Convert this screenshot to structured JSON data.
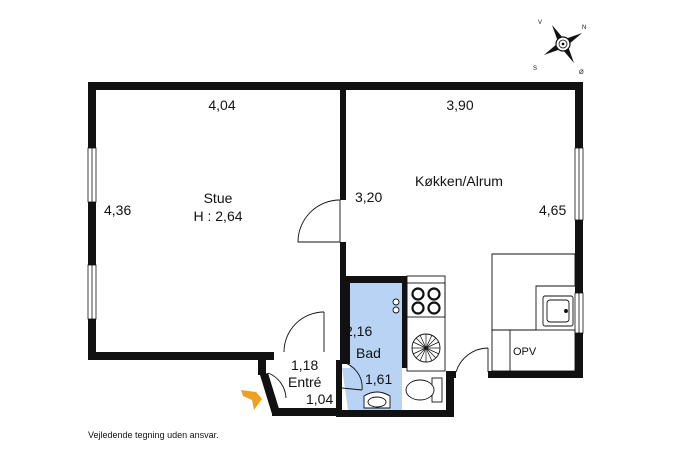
{
  "compass": {
    "v": "V",
    "n": "N",
    "s": "S",
    "o": "Ø"
  },
  "rooms": {
    "stue": {
      "name": "Stue",
      "height": "H : 2,64",
      "width": "4,04",
      "depth": "4,36"
    },
    "kokken": {
      "name": "Køkken/Alrum",
      "width": "3,90",
      "depth": "4,65",
      "inner": "3,20"
    },
    "bad": {
      "name": "Bad",
      "width": "2,16",
      "depth": "1,61"
    },
    "entre": {
      "name": "Entré",
      "width": "1,18",
      "depth": "1,04"
    }
  },
  "appliance": {
    "opv": "OPV"
  },
  "entrance_arrow_color": "#f0a020",
  "bath_color": "#b9d3f5",
  "footer": {
    "disclaimer": "Vejledende tegning uden ansvar."
  }
}
